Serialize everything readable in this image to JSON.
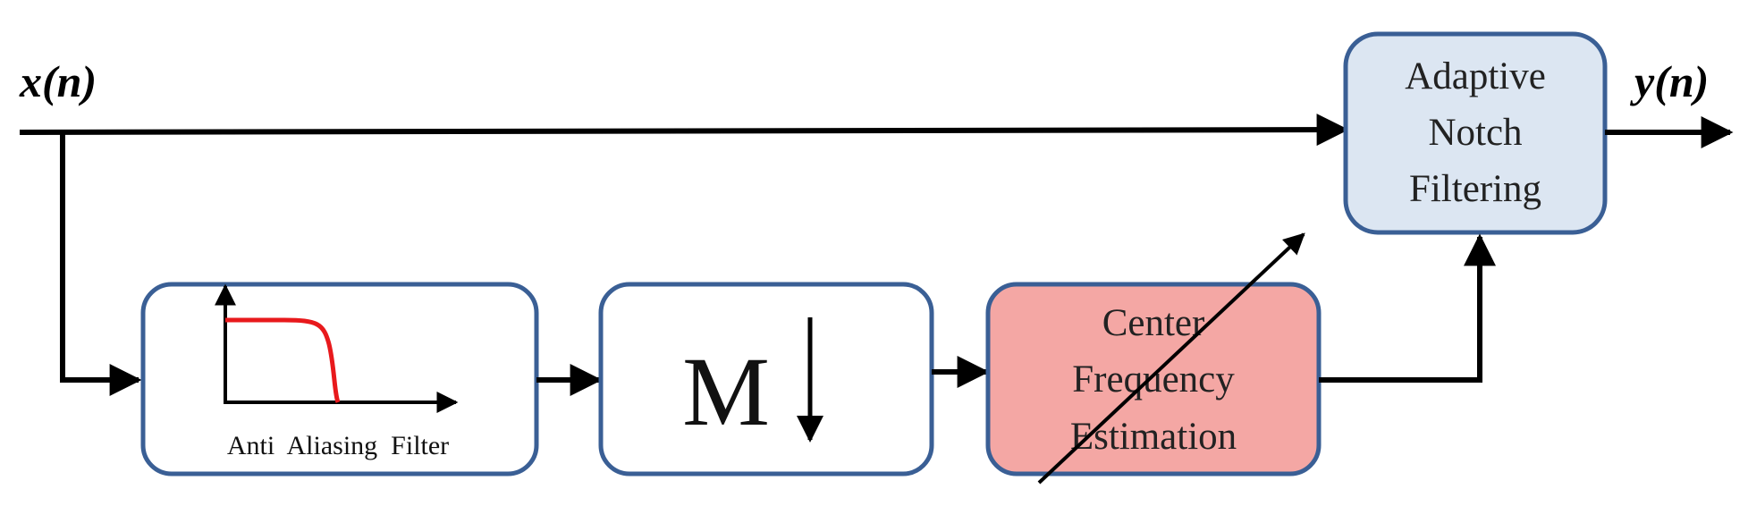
{
  "diagram": {
    "input_label": "x(n)",
    "output_label": "y(n)",
    "blocks": {
      "anf": {
        "line1": "Adaptive",
        "line2": "Notch",
        "line3": "Filtering"
      },
      "aaf": {
        "caption": "Anti  Aliasing  Filter"
      },
      "downsample": {
        "symbol": "M"
      },
      "cfe": {
        "line1": "Center",
        "line2": "Frequency",
        "line3": "Estimation"
      }
    },
    "colors": {
      "anf_fill": "#dce6f2",
      "cfe_fill": "#f4a7a4",
      "block_border": "#3a5f95",
      "filter_curve": "#e8191c",
      "line": "#000000"
    }
  }
}
